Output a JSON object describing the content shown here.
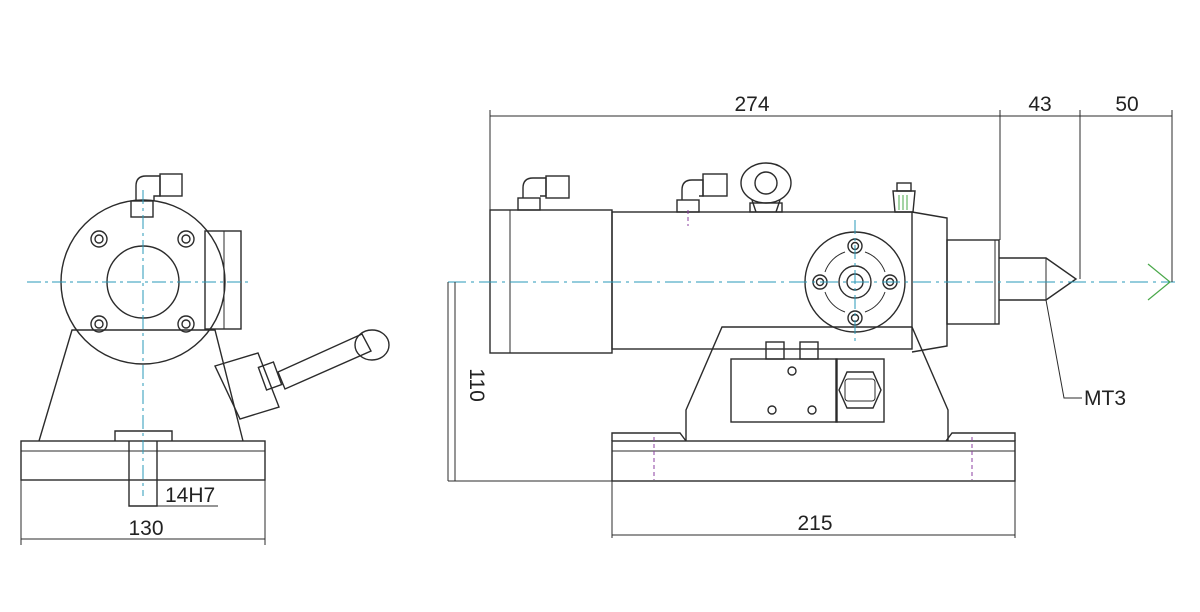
{
  "dimensions": {
    "base_width": "130",
    "slot_width": "14H7",
    "base_length": "215",
    "center_height": "110",
    "overall_length": "274",
    "quill_extension": "43",
    "center_point": "50",
    "taper": "MT3"
  },
  "colors": {
    "outline": "#2b2b2b",
    "center_line": "#2a9ab8",
    "hidden_line": "#8b3fa0",
    "fitting_line": "#4aa84a"
  }
}
